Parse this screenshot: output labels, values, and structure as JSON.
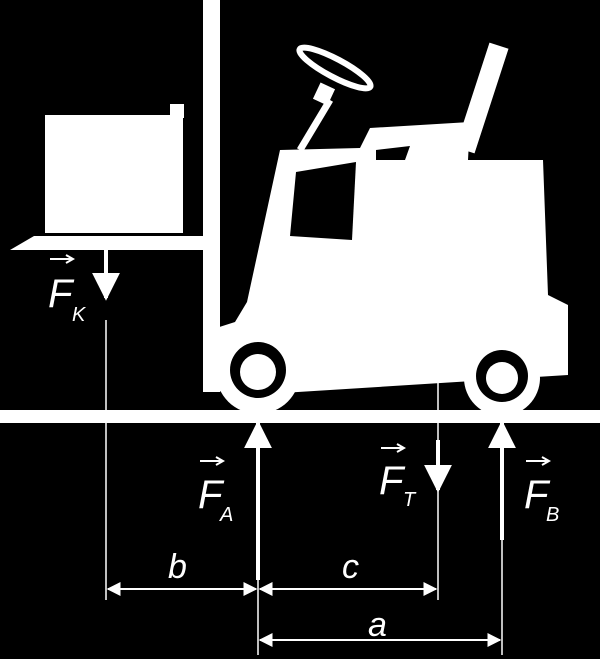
{
  "forces": {
    "load": {
      "symbol": "F",
      "subscript": "K"
    },
    "axle_a": {
      "symbol": "F",
      "subscript": "A"
    },
    "gravity": {
      "symbol": "F",
      "subscript": "T"
    },
    "axle_b": {
      "symbol": "F",
      "subscript": "B"
    }
  },
  "dimensions": {
    "b": "b",
    "c": "c",
    "a": "a"
  },
  "colors": {
    "background": "#000000",
    "foreground": "#ffffff"
  }
}
